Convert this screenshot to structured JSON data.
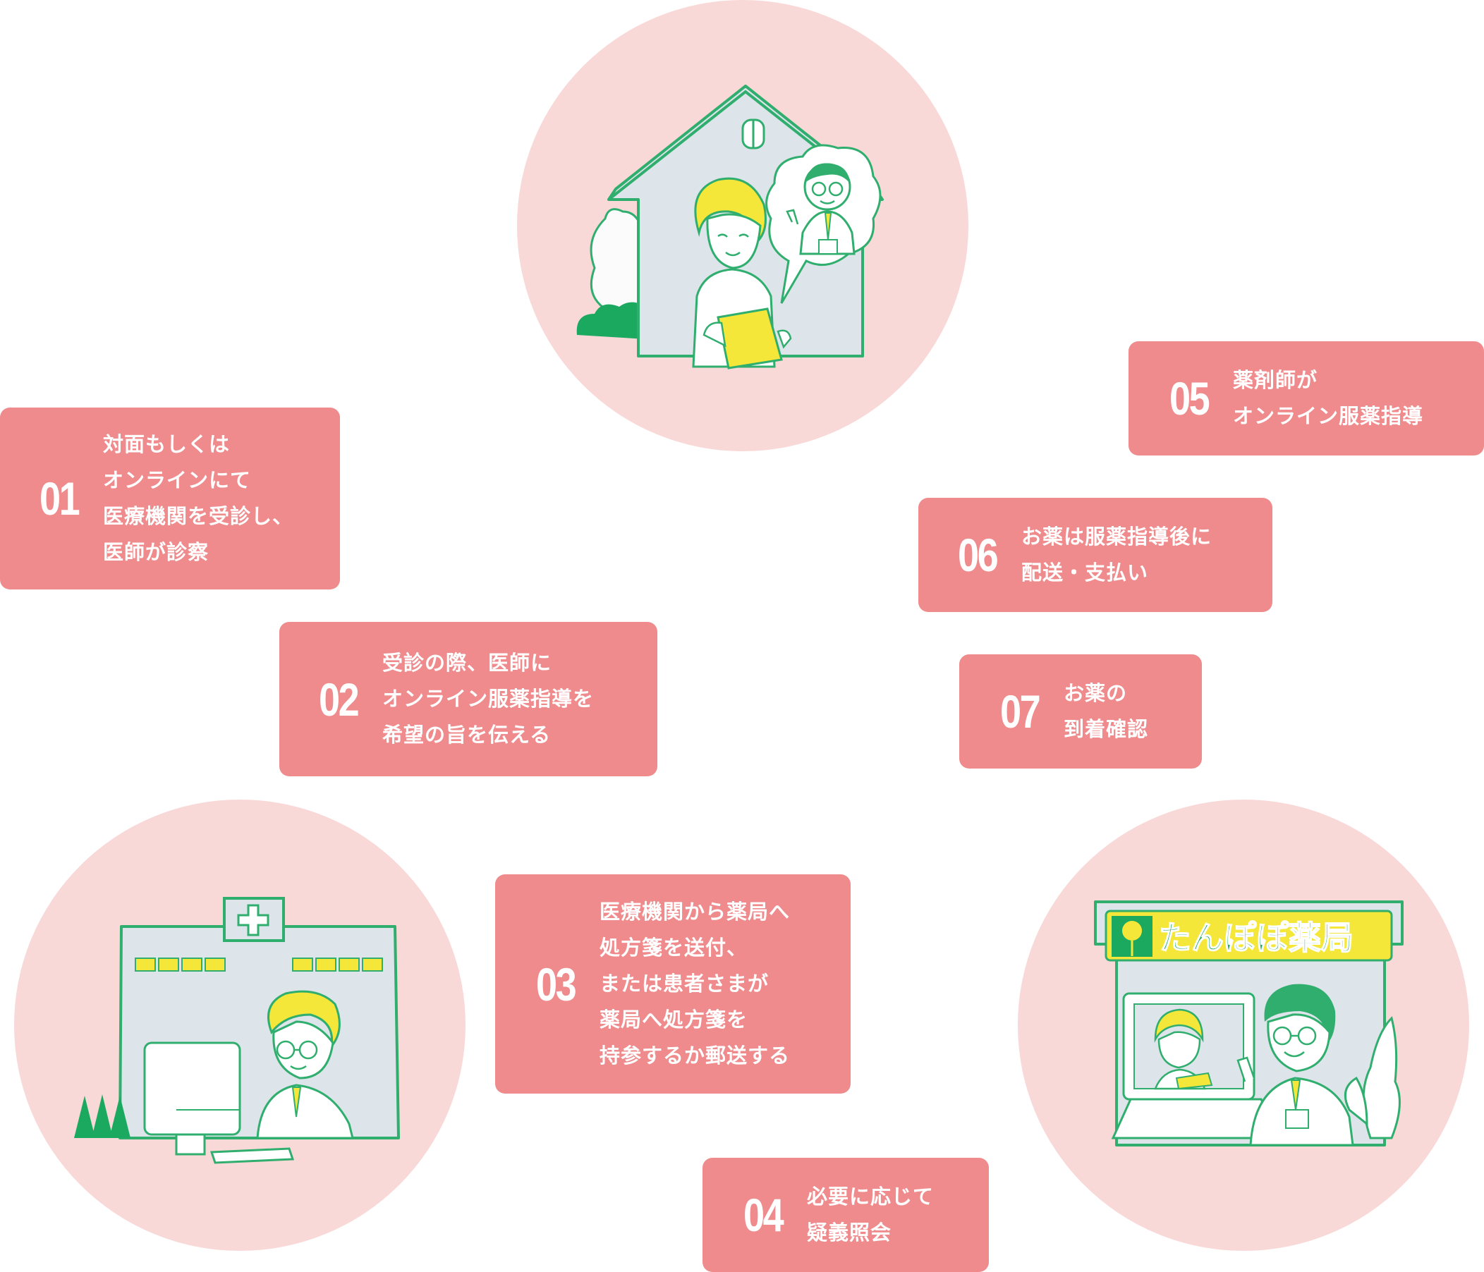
{
  "steps": [
    {
      "num": "01",
      "text": "対面もしくは\nオンラインにて\n医療機関を受診し、\n医師が診察"
    },
    {
      "num": "02",
      "text": "受診の際、医師に\nオンライン服薬指導を\n希望の旨を伝える"
    },
    {
      "num": "03",
      "text": "医療機関から薬局へ\n処方箋を送付、\nまたは患者さまが\n薬局へ処方箋を\n持参するか郵送する"
    },
    {
      "num": "04",
      "text": "必要に応じて\n疑義照会"
    },
    {
      "num": "05",
      "text": "薬剤師が\nオンライン服薬指導"
    },
    {
      "num": "06",
      "text": "お薬は服薬指導後に\n配送・支払い"
    },
    {
      "num": "07",
      "text": "お薬の\n到着確認"
    }
  ],
  "pharmacy_sign": "たんぽぽ薬局",
  "colors": {
    "box": "#ef8b8c",
    "circle": "#f9d8d8",
    "line": "#2fae6e",
    "accent": "#f5e73a"
  }
}
